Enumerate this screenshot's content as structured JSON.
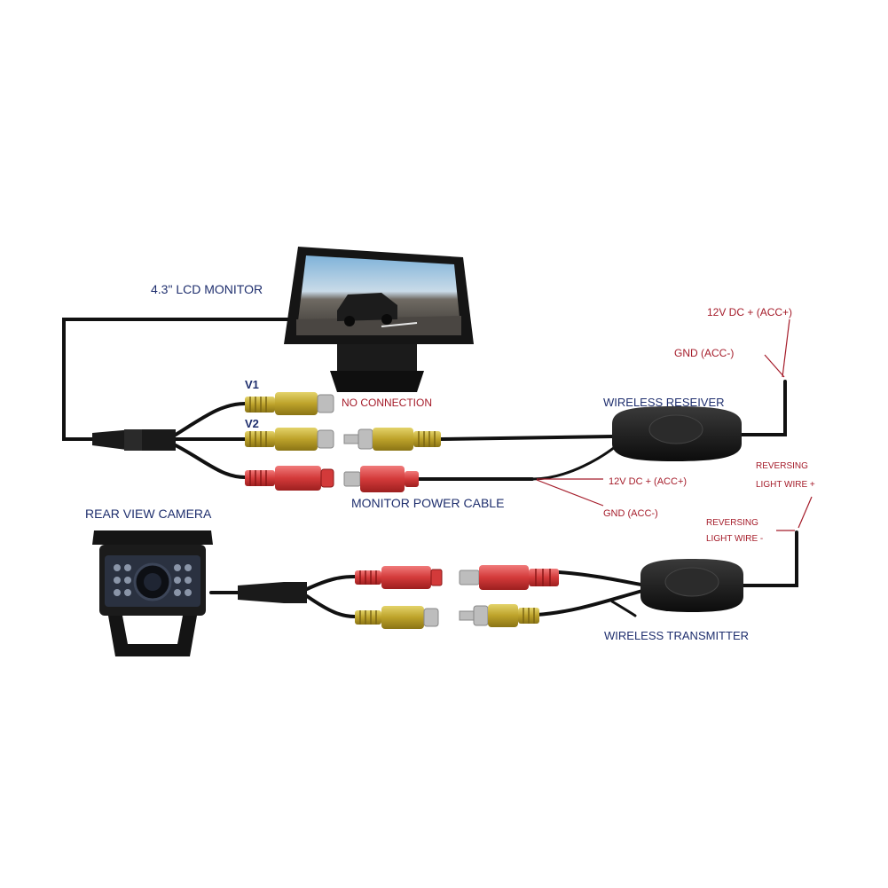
{
  "labels": {
    "monitor": "4.3\"  LCD MONITOR",
    "v1": "V1",
    "v2": "V2",
    "no_connection": "NO CONNECTION",
    "monitor_power_cable": "MONITOR POWER CABLE",
    "receiver": "WIRELESS RESEIVER",
    "receiver_12v": "12V DC + (ACC+)",
    "receiver_gnd": "GND (ACC-)",
    "power_12v": "12V DC + (ACC+)",
    "power_gnd": "GND (ACC-)",
    "camera": "REAR VIEW CAMERA",
    "transmitter": "WIRELESS TRANSMITTER",
    "reversing_plus_1": "REVERSING",
    "reversing_plus_2": "LIGHT WIRE +",
    "reversing_minus_1": "REVERSING",
    "reversing_minus_2": "LIGHT WIRE -"
  },
  "colors": {
    "label_navy": "#1f2f6e",
    "label_red": "#a51c2a",
    "connector_yellow": "#c9b43a",
    "connector_red": "#d33a3a",
    "cable": "#111111"
  }
}
